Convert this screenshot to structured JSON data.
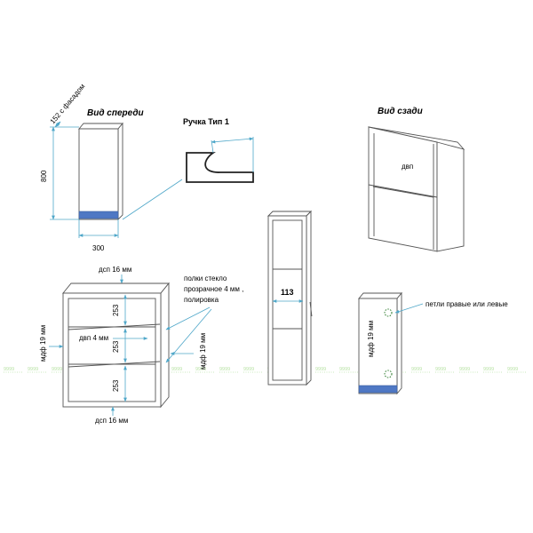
{
  "colors": {
    "dimension_line": "#4fa7c9",
    "base_panel": "#4f78c4",
    "outline": "#555555",
    "watermark": "#b9e3a6"
  },
  "front_view": {
    "title": "Вид спереди",
    "depth_label": "152 с фасадом",
    "height_label": "800",
    "width_label": "300"
  },
  "handle": {
    "title": "Ручка Тип 1"
  },
  "back_view": {
    "title": "Вид сзади",
    "panel_label": "двп"
  },
  "shelf_view": {
    "top_label": "дсп 16 мм",
    "bottom_label": "дсп 16 мм",
    "shelf_note": "полки стекло\n прозрачное 4 мм ,\nполировка",
    "back_label": "двп 4 мм",
    "side_left_label": "мдф 19 мм",
    "side_right_label": "мдф 19 мм",
    "section_heights": [
      "253",
      "253",
      "253"
    ]
  },
  "side_view": {
    "depth_label": "113"
  },
  "hinge_view": {
    "hinge_note": "петли правые или левые",
    "facade_label": "мдф 19 мм"
  },
  "watermark_text": "9999"
}
